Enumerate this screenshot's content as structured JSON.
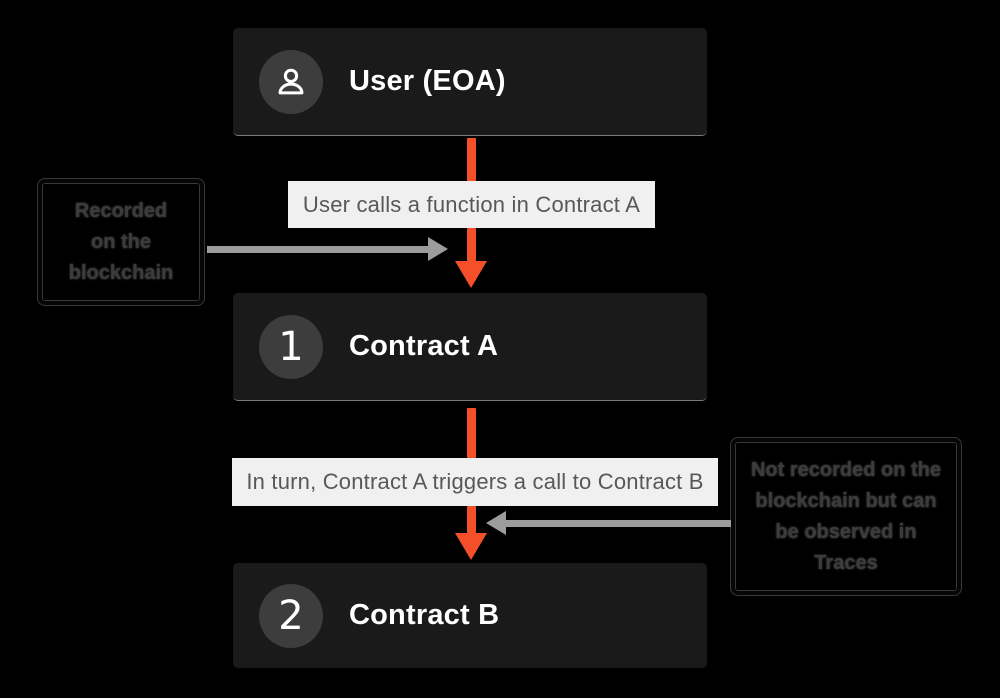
{
  "nodes": {
    "user": {
      "label": "User (EOA)",
      "icon": "person-icon"
    },
    "contract_a": {
      "badge": "1",
      "label": "Contract A"
    },
    "contract_b": {
      "badge": "2",
      "label": "Contract B"
    }
  },
  "edge_labels": {
    "first": "User calls a function in Contract A",
    "second": "In turn, Contract A triggers a call to Contract B"
  },
  "annotations": {
    "left": {
      "text": "Recorded on the blockchain",
      "lines": [
        "Recorded",
        "on the",
        "blockchain"
      ]
    },
    "right": {
      "text": "Not recorded on the blockchain but can be observed in Traces",
      "lines": [
        "Not recorded on the",
        "blockchain but can",
        "be observed in",
        "Traces"
      ]
    }
  },
  "colors": {
    "background": "#000000",
    "node_background": "#1a1a1a",
    "node_circle": "#3d3d3e",
    "accent_orange": "#f6502b",
    "edge_label_background": "#f0f0f0",
    "edge_label_text": "#58585a",
    "annotation_arrow_gray": "#9c9c9c",
    "node_text": "#ffffff"
  }
}
